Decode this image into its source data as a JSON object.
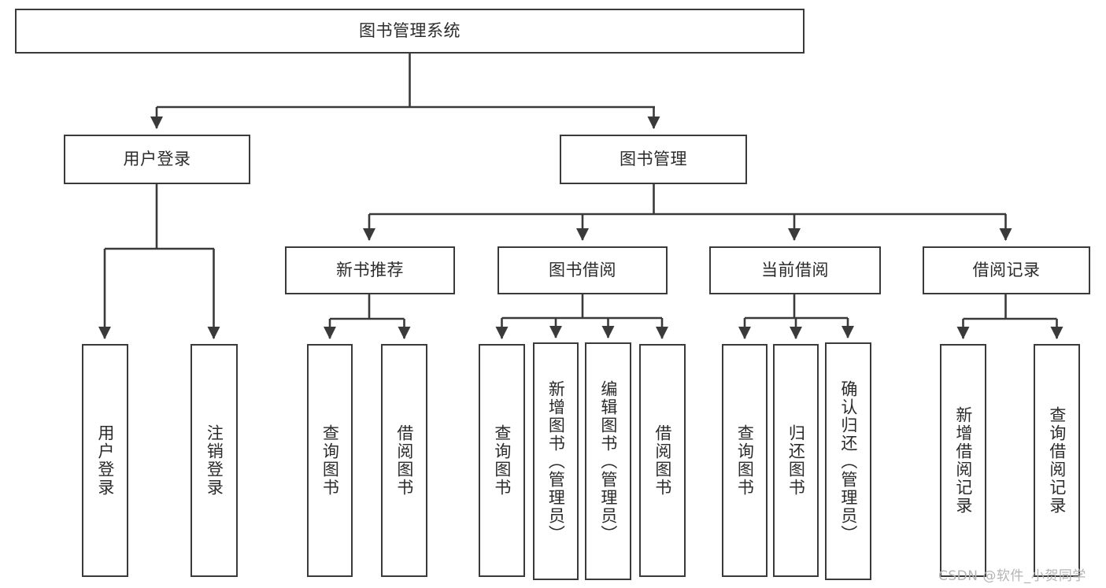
{
  "diagram": {
    "title": "图书管理系统",
    "type": "hierarchy-tree",
    "root": {
      "id": "root",
      "label": "图书管理系统"
    },
    "level1": [
      {
        "id": "user-login",
        "label": "用户登录"
      },
      {
        "id": "book-manage",
        "label": "图书管理"
      }
    ],
    "level2": [
      {
        "id": "new-book-rec",
        "label": "新书推荐",
        "parent": "book-manage"
      },
      {
        "id": "book-borrow",
        "label": "图书借阅",
        "parent": "book-manage"
      },
      {
        "id": "current-borrow",
        "label": "当前借阅",
        "parent": "book-manage"
      },
      {
        "id": "borrow-record",
        "label": "借阅记录",
        "parent": "book-manage"
      }
    ],
    "leaves": [
      {
        "id": "leaf-user-login",
        "label": "用户登录",
        "parent": "user-login"
      },
      {
        "id": "leaf-logout",
        "label": "注销登录",
        "parent": "user-login"
      },
      {
        "id": "leaf-query-book-1",
        "label": "查询图书",
        "parent": "new-book-rec"
      },
      {
        "id": "leaf-borrow-book-1",
        "label": "借阅图书",
        "parent": "new-book-rec"
      },
      {
        "id": "leaf-query-book-2",
        "label": "查询图书",
        "parent": "book-borrow"
      },
      {
        "id": "leaf-add-book",
        "label": "新增图书（管理员）",
        "parent": "book-borrow"
      },
      {
        "id": "leaf-edit-book",
        "label": "编辑图书（管理员）",
        "parent": "book-borrow"
      },
      {
        "id": "leaf-borrow-book-2",
        "label": "借阅图书",
        "parent": "book-borrow"
      },
      {
        "id": "leaf-query-book-3",
        "label": "查询图书",
        "parent": "current-borrow"
      },
      {
        "id": "leaf-return-book",
        "label": "归还图书",
        "parent": "current-borrow"
      },
      {
        "id": "leaf-confirm-return",
        "label": "确认归还（管理员）",
        "parent": "current-borrow"
      },
      {
        "id": "leaf-add-record",
        "label": "新增借阅记录",
        "parent": "borrow-record"
      },
      {
        "id": "leaf-query-record",
        "label": "查询借阅记录",
        "parent": "borrow-record"
      }
    ],
    "colors": {
      "stroke": "#3a3a3a",
      "text": "#2b2b2b",
      "background": "#ffffff",
      "watermark": "#b4b4b4"
    }
  },
  "watermark": {
    "text": "CSDN @软件_小贺同学"
  }
}
